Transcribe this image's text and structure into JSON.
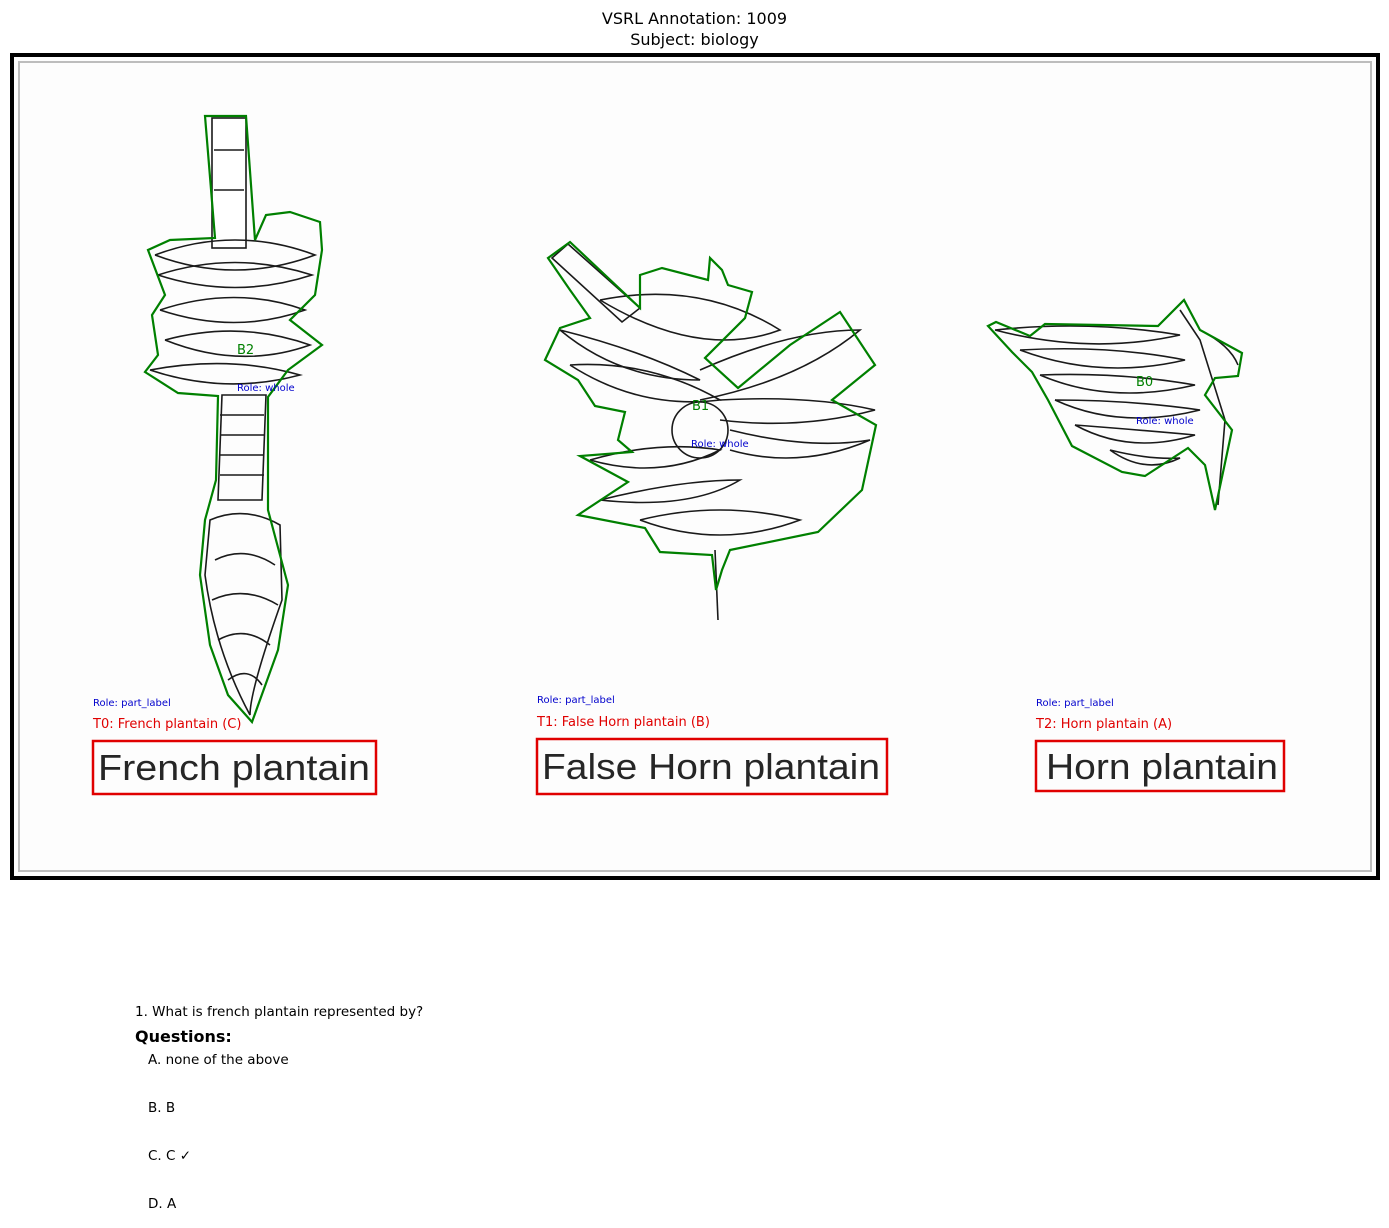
{
  "header": {
    "title": "VSRL Annotation: 1009",
    "subtitle": "Subject: biology"
  },
  "colors": {
    "blob": "#008000",
    "text_box": "#e00000",
    "role": "#0000cc"
  },
  "blobs": [
    {
      "id": "B2",
      "role": "Role: whole"
    },
    {
      "id": "B1",
      "role": "Role: whole"
    },
    {
      "id": "B0",
      "role": "Role: whole"
    }
  ],
  "text_boxes": [
    {
      "caption": "T0: French plantain (C)",
      "role": "Role: part_label",
      "text": "French plantain"
    },
    {
      "caption": "T1: False Horn plantain (B)",
      "role": "Role: part_label",
      "text": "False Horn plantain"
    },
    {
      "caption": "T2: Horn plantain (A)",
      "role": "Role: part_label",
      "text": "Horn plantain"
    }
  ],
  "questions": {
    "heading": "Questions:",
    "items": [
      {
        "text": "1. What is french plantain represented by?",
        "options": [
          "A. none of the above",
          "B. B",
          "C. C ✓",
          "D. A"
        ]
      }
    ]
  }
}
